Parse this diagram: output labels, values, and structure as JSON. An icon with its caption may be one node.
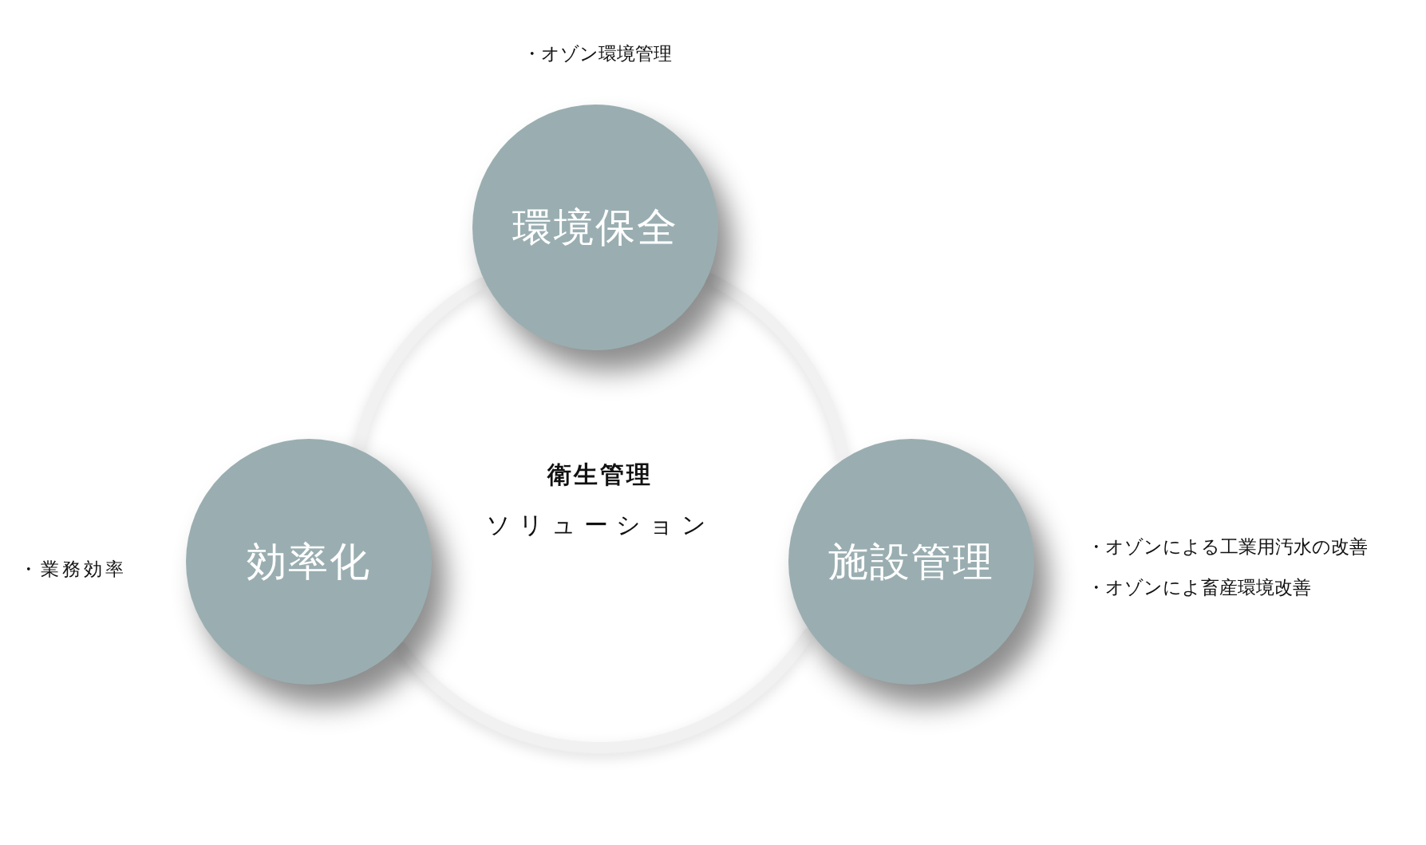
{
  "diagram": {
    "nodes": [
      {
        "text": [
          "環境保全"
        ],
        "beside": [
          "・オゾン環境管理"
        ]
      },
      {
        "text": [
          "衛生管理",
          "ソリューション"
        ]
      },
      {
        "text": [
          "効率化"
        ],
        "beside": [
          "・業務効率"
        ]
      },
      {
        "text": [
          "施設管理"
        ],
        "beside": [
          "・オゾンによる工業用汚水の改善",
          "・オゾンによ畜産環境改善"
        ]
      }
    ]
  }
}
